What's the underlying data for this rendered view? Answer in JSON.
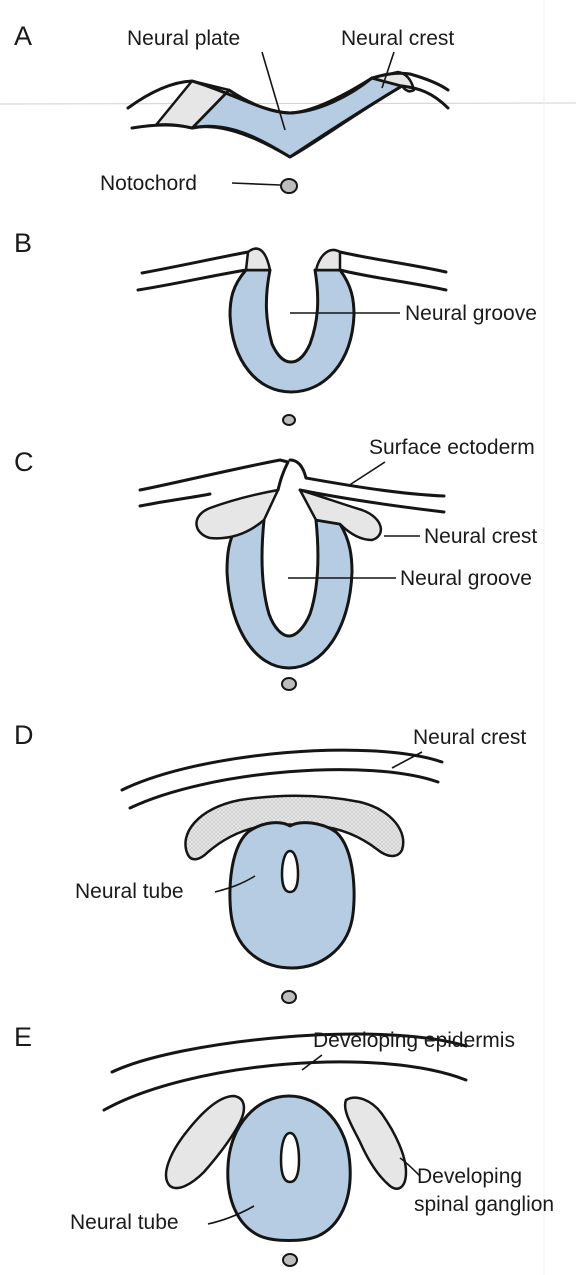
{
  "panels": {
    "a": {
      "letter": "A",
      "neural_plate": "Neural plate",
      "neural_crest": "Neural crest",
      "notochord": "Notochord"
    },
    "b": {
      "letter": "B",
      "neural_groove": "Neural groove"
    },
    "c": {
      "letter": "C",
      "surface_ectoderm": "Surface ectoderm",
      "neural_crest": "Neural crest",
      "neural_groove": "Neural groove"
    },
    "d": {
      "letter": "D",
      "neural_crest": "Neural crest",
      "neural_tube": "Neural tube"
    },
    "e": {
      "letter": "E",
      "developing_epidermis": "Developing epidermis",
      "spinal_ganglion_line1": "Developing",
      "spinal_ganglion_line2": "spinal ganglion",
      "neural_tube": "Neural tube"
    }
  },
  "colors": {
    "neural_tissue": "#b6cce3",
    "neural_crest": "#e6e6e6",
    "outline": "#151515"
  }
}
